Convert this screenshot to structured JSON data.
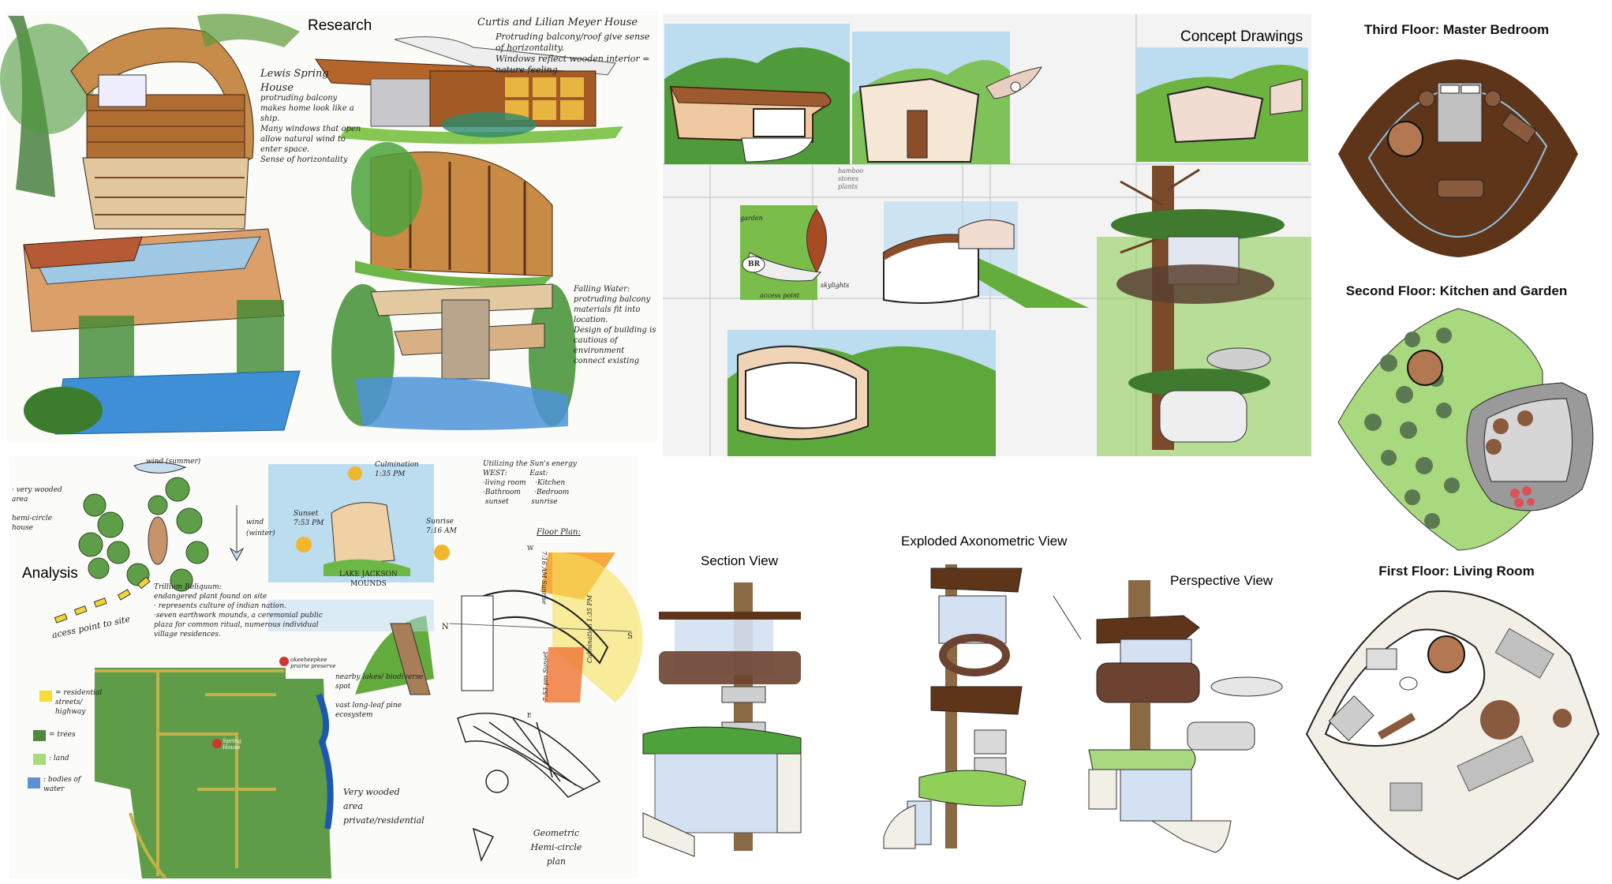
{
  "panels": {
    "research": {
      "title": "Research",
      "lewis_title": "Lewis Spring House",
      "lewis_note": "protruding balcony makes home look like a ship.\nMany windows that open allow natural wind to enter space.\nSense of horizontality",
      "meyer_title": "Curtis and Lilian Meyer House",
      "meyer_note": "Protruding balcony/roof give sense of horizontality.\nWindows reflect wooden interior = nature feeling",
      "falling_note": "Falling Water:\nprotruding balcony\nmaterials fit into location.\nDesign of building is cautious of environment\nconnect existing"
    },
    "concept": {
      "title": "Concept Drawings",
      "materials_note": "bamboo\nstones\nplants",
      "plan_labels": {
        "garden": "garden",
        "br": "BR",
        "skylights": "skylights",
        "access": "access point"
      }
    },
    "analysis": {
      "title": "Analysis",
      "wind_summer": "wind (summer)",
      "wind_winter": "wind (winter)",
      "wooded_note": "· very wooded area\n\nhemi-circle house",
      "access_note": "acess point to site",
      "culmination": "Culmination\n1:35 PM",
      "sunset": "Sunset\n7:53 PM",
      "sunrise": "Sunrise\n7:16 AM",
      "mounds": "LAKE JACKSON\nMOUNDS",
      "trillium_note": "Trillium Reliquum:\nendangered plant found on site\n· represents culture of indian nation.\n·seven earthwork mounds, a ceremonial public plaza for common ritual, numerous individual village residences.",
      "sun_energy": "Utilizing the Sun's energy\nWEST:          East:\n·living room    ·Kitchen\n·Bathroom      ·Bedroom\n sunset          sunrise",
      "floor_plan": "Floor Plan:",
      "compass": {
        "n": "N",
        "s": "S",
        "w": "W",
        "e": "E"
      },
      "sun_rays": {
        "sunrise": "7:16 AM Sunrise",
        "culmination": "Culmination 1:35 PM",
        "sunset": "7:53 pm Sunset"
      },
      "legend": [
        {
          "label": "= residential streets/ highway",
          "color": "#f4dc3a"
        },
        {
          "label": "= trees",
          "color": "#4f8a3a"
        },
        {
          "label": ": land",
          "color": "#a8db7e"
        },
        {
          "label": ": bodies of water",
          "color": "#5b8fd6"
        }
      ],
      "preserve_pin": "okeeheepkee prairie preserve",
      "spring_pin": "Spring House",
      "lakes_note": "nearby lakes/ biodiverse spot\n\nvast long-leaf pine ecosystem",
      "wooded_area": "Very wooded\narea\nprivate/residential",
      "plan_note": "Geometric\nHemi-circle\nplan"
    },
    "views": {
      "section": "Section View",
      "exploded": "Exploded Axonometric View",
      "perspective": "Perspective View"
    },
    "floors": {
      "third": "Third Floor: Master Bedroom",
      "second": "Second Floor: Kitchen and Garden",
      "first": "First Floor: Living Room"
    }
  },
  "colors": {
    "wood_dark": "#5e3519",
    "wood_trunk": "#8a6a45",
    "glass": "#d3e1f2",
    "garden": "#a9d97e",
    "sky": "#bcdcef",
    "grass": "#6db33f",
    "counter": "#9a9a9a"
  }
}
